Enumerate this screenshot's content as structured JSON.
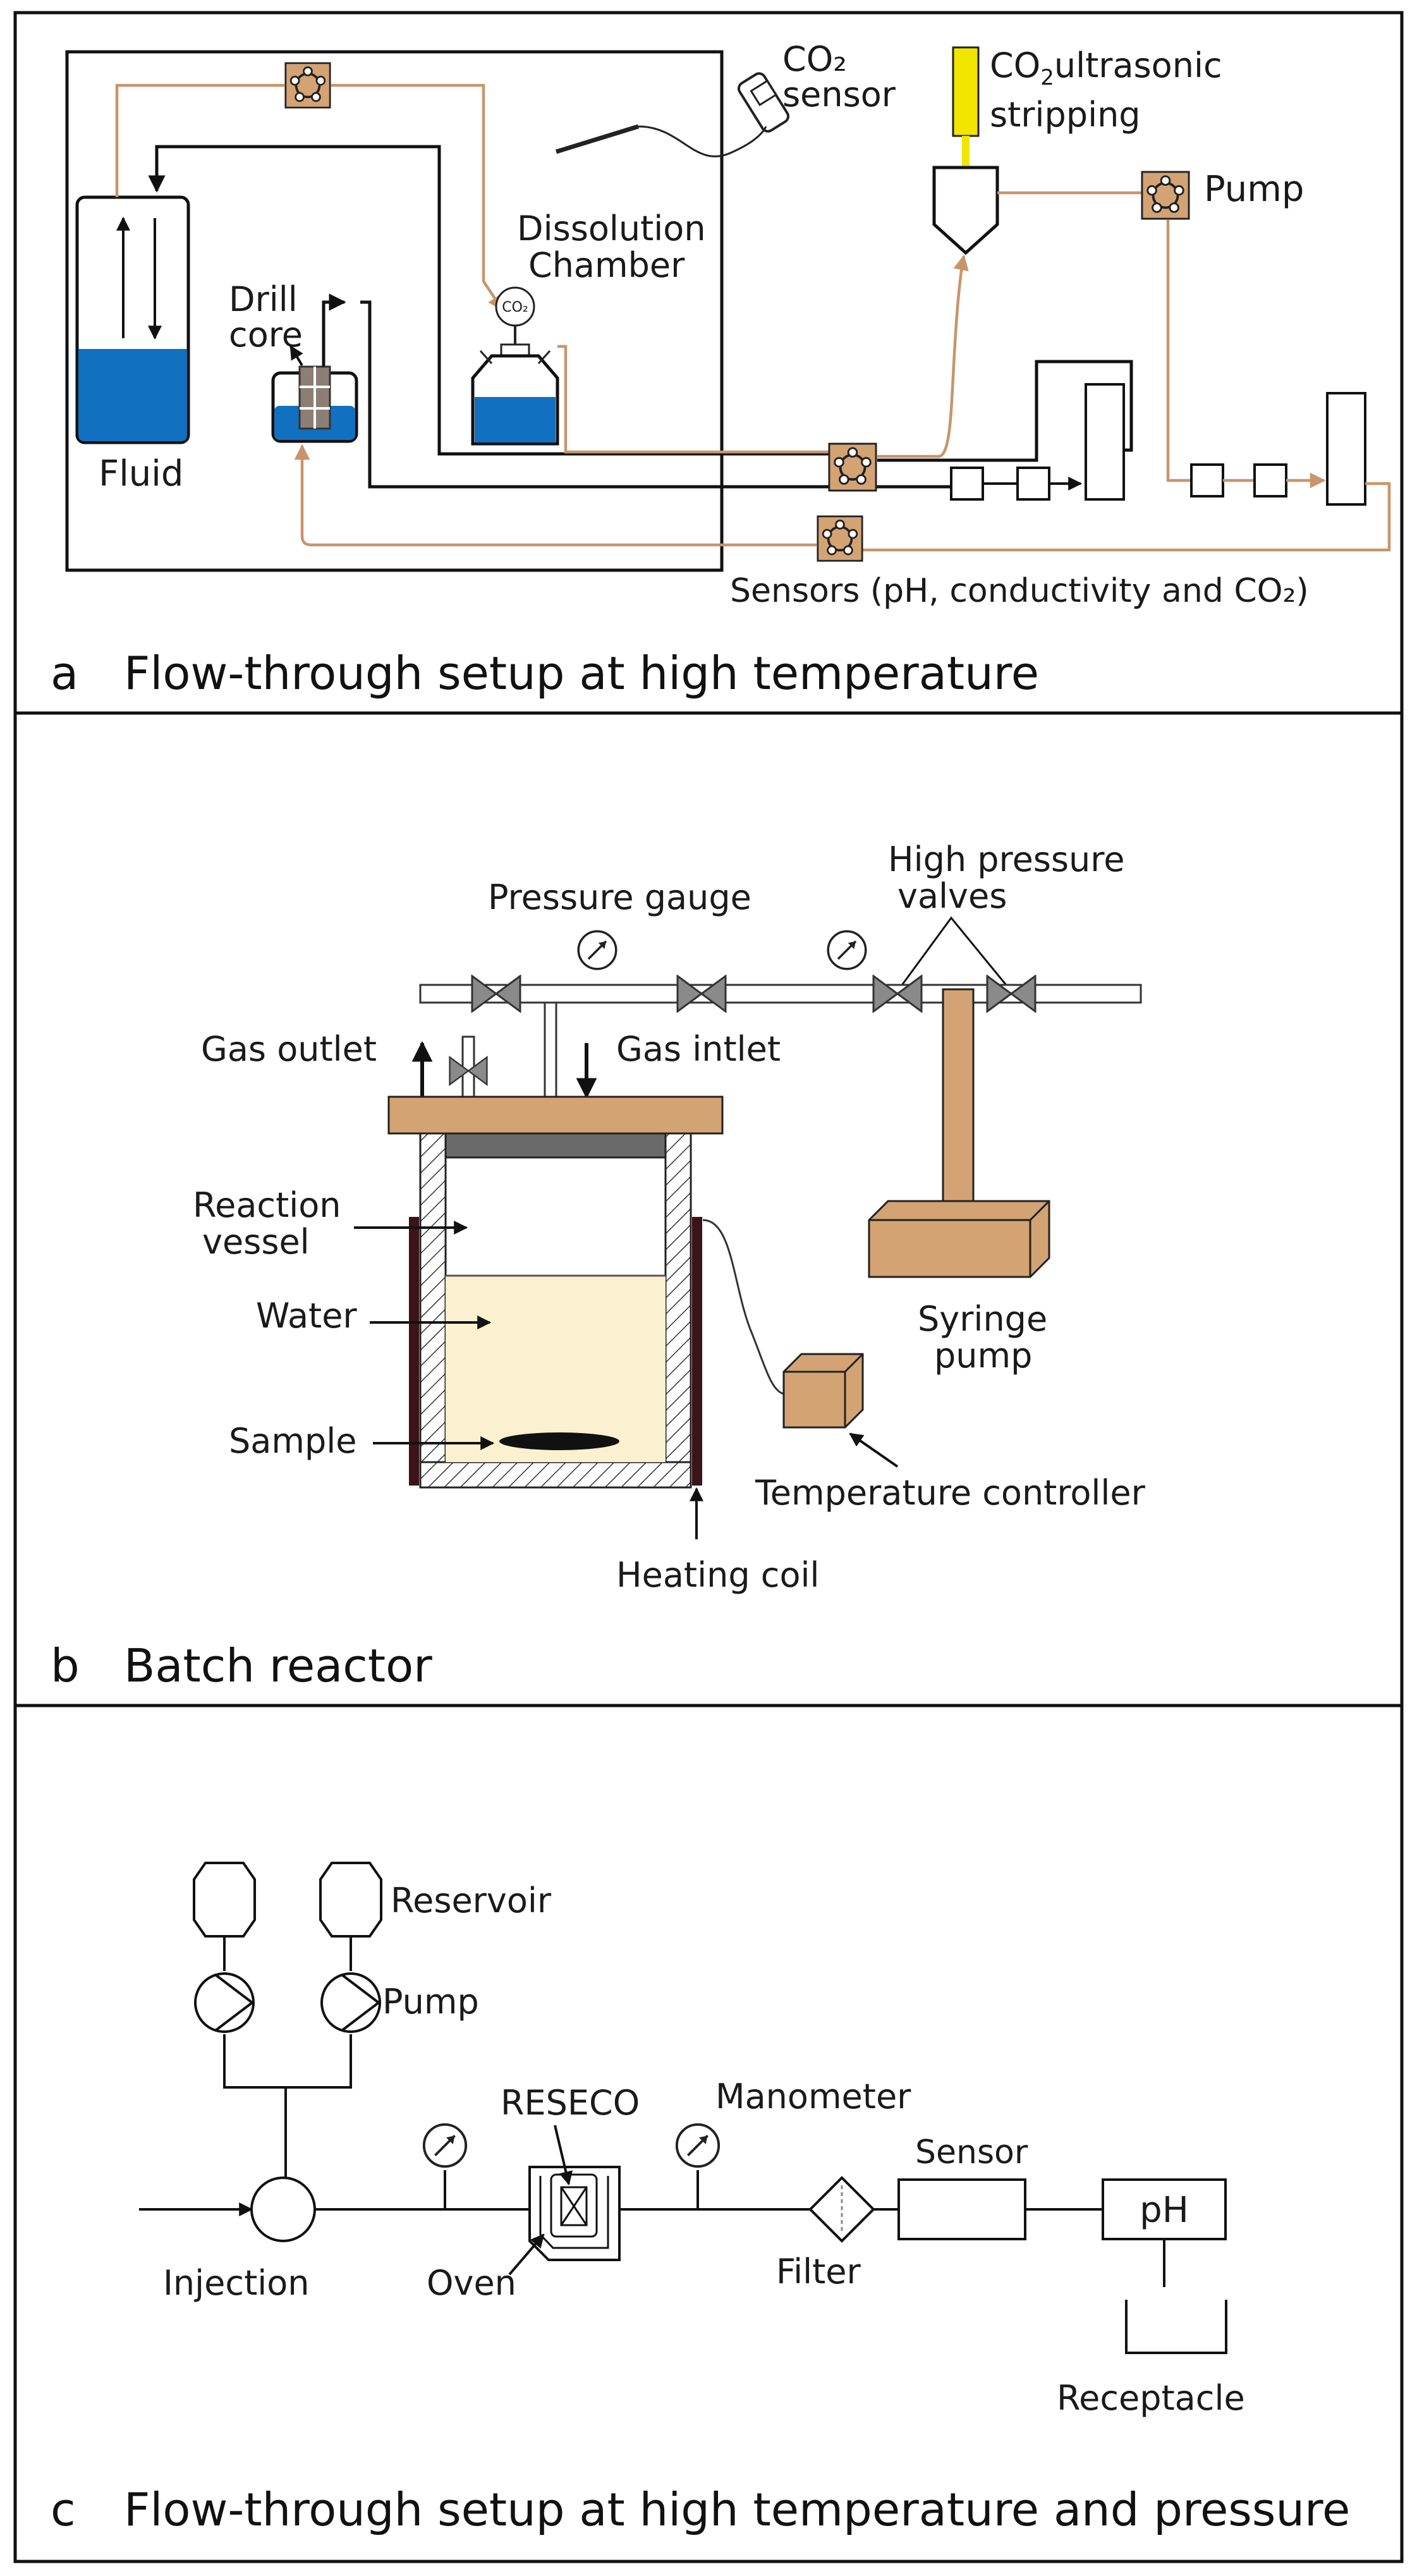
{
  "panels": {
    "a": {
      "letter": "a",
      "caption": "Flow-through setup at high temperature",
      "labels": {
        "co2_sensor_line1": "CO₂",
        "co2_sensor_line2": "sensor",
        "stripping_co2": "CO",
        "stripping_sub": "2",
        "stripping_line1_rest": "ultrasonic",
        "stripping_line2": "stripping",
        "pump": "Pump",
        "dissolution_line1": "Dissolution",
        "dissolution_line2": "Chamber",
        "drill_line1": "Drill",
        "drill_line2": "core",
        "fluid": "Fluid",
        "co2_bubble": "CO₂",
        "sensors": "Sensors (pH, conductivity and CO₂)"
      }
    },
    "b": {
      "letter": "b",
      "caption": "Batch reactor",
      "labels": {
        "high_pressure_line1": "High pressure",
        "high_pressure_line2": "valves",
        "pressure_gauge": "Pressure gauge",
        "gas_outlet": "Gas outlet",
        "gas_intlet": "Gas intlet",
        "reaction_line1": "Reaction",
        "reaction_line2": "vessel",
        "water": "Water",
        "sample": "Sample",
        "syringe_line1": "Syringe",
        "syringe_line2": "pump",
        "temperature_controller": "Temperature controller",
        "heating_coil": "Heating coil"
      }
    },
    "c": {
      "letter": "c",
      "caption": "Flow-through setup at high temperature and pressure",
      "labels": {
        "reservoir": "Reservoir",
        "pump": "Pump",
        "reseco": "RESECO",
        "manometer": "Manometer",
        "sensor": "Sensor",
        "ph": "pH",
        "injection": "Injection",
        "oven": "Oven",
        "filter": "Filter",
        "receptacle": "Receptacle"
      }
    }
  },
  "colors": {
    "fluid_blue": "#1170c0",
    "tube_orange": "#c8956a",
    "box_tan": "#d4a373",
    "stripper_yellow": "#f2e600",
    "water_cream": "#fbf0cf",
    "coil_dark": "#3a1418",
    "valve_grey": "#8a8a8a"
  }
}
